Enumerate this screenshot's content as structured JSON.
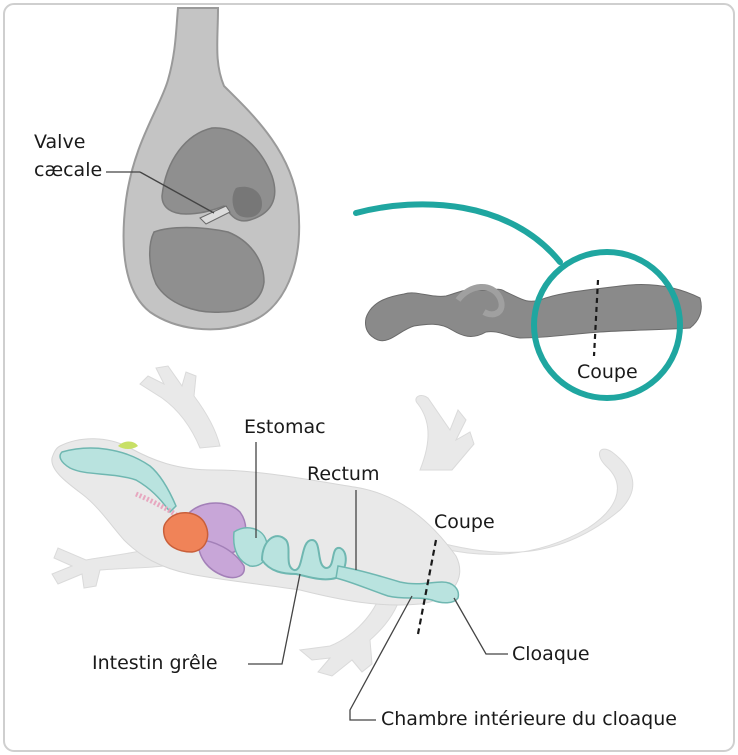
{
  "labels": {
    "valve_line1": "Valve",
    "valve_line2": "cæcale",
    "coupe_inset": "Coupe",
    "estomac": "Estomac",
    "rectum": "Rectum",
    "coupe_body": "Coupe",
    "intestin": "Intestin grêle",
    "cloaque": "Cloaque",
    "chambre": "Chambre intérieure du cloaque"
  },
  "colors": {
    "teal": "#1fa6a0",
    "gut": "#b9e3df",
    "gut_stroke": "#6fb7b1",
    "body": "#e9e9e9",
    "liver": "#f08358",
    "lung": "#c8a6d8",
    "tissue_light": "#b5b5b5",
    "tissue_dark": "#777777"
  }
}
